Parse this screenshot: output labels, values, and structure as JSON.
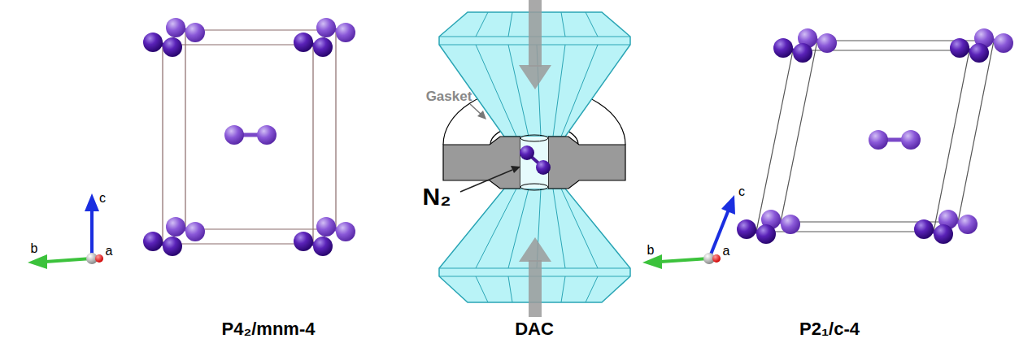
{
  "diagram": {
    "labels": [
      "c",
      "b",
      "a",
      "P4₂/mnm-4",
      "Gasket",
      "N₂",
      "DAC",
      "c",
      "b",
      "a",
      "P2₁/c-4"
    ]
  }
}
